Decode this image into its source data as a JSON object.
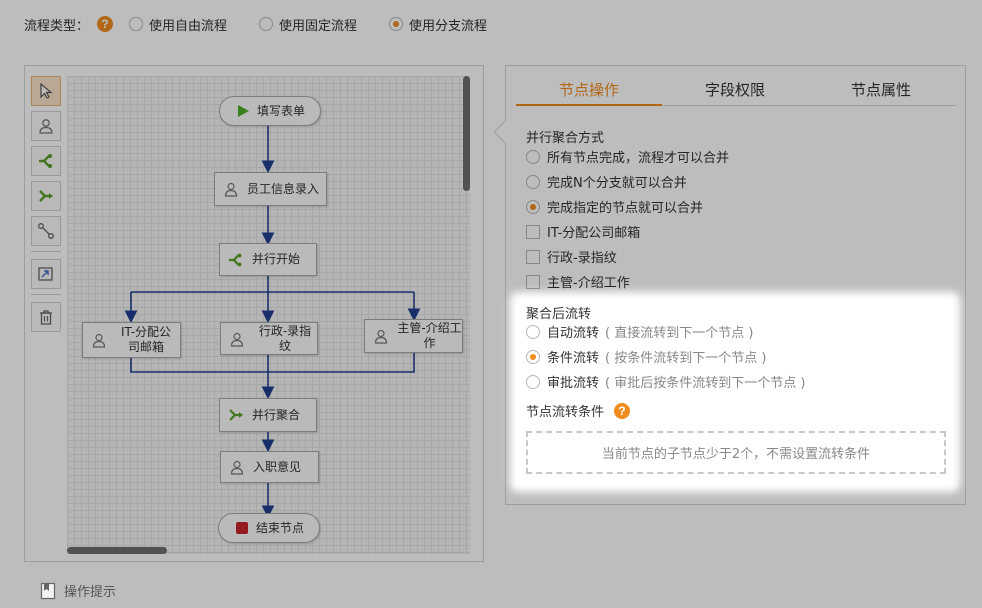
{
  "flow_type": {
    "label": "流程类型：",
    "options": [
      {
        "label": "使用自由流程",
        "selected": false
      },
      {
        "label": "使用固定流程",
        "selected": false
      },
      {
        "label": "使用分支流程",
        "selected": true
      }
    ]
  },
  "toolbar": [
    "pointer-tool",
    "user-node-tool",
    "parallel-split-tool",
    "parallel-join-tool",
    "connector-tool",
    "export-tool",
    "delete-tool"
  ],
  "flow": {
    "start": "填写表单",
    "n1": "员工信息录入",
    "split": "并行开始",
    "b1": "IT-分配公司邮箱",
    "b2": "行政-录指纹",
    "b3": "主管-介绍工作",
    "join": "并行聚合",
    "n2": "入职意见",
    "end": "结束节点"
  },
  "tabs": [
    {
      "label": "节点操作",
      "active": true
    },
    {
      "label": "字段权限",
      "active": false
    },
    {
      "label": "节点属性",
      "active": false
    }
  ],
  "merge": {
    "title": "并行聚合方式",
    "options": [
      {
        "label": "所有节点完成，流程才可以合并",
        "selected": false
      },
      {
        "label": "完成N个分支就可以合并",
        "selected": false
      },
      {
        "label": "完成指定的节点就可以合并",
        "selected": true
      }
    ],
    "nodes": [
      "IT-分配公司邮箱",
      "行政-录指纹",
      "主管-介绍工作"
    ]
  },
  "after": {
    "title": "聚合后流转",
    "options": [
      {
        "label": "自动流转",
        "hint": "( 直接流转到下一个节点 )",
        "selected": false
      },
      {
        "label": "条件流转",
        "hint": "( 按条件流转到下一个节点 )",
        "selected": true
      },
      {
        "label": "审批流转",
        "hint": "( 审批后按条件流转到下一个节点 )",
        "selected": false
      }
    ]
  },
  "condition": {
    "title": "节点流转条件",
    "empty_text": "当前节点的子节点少于2个，不需设置流转条件"
  },
  "footer": {
    "label": "操作提示"
  },
  "colors": {
    "accent": "#f08c1e",
    "line": "#1f3f8f"
  }
}
